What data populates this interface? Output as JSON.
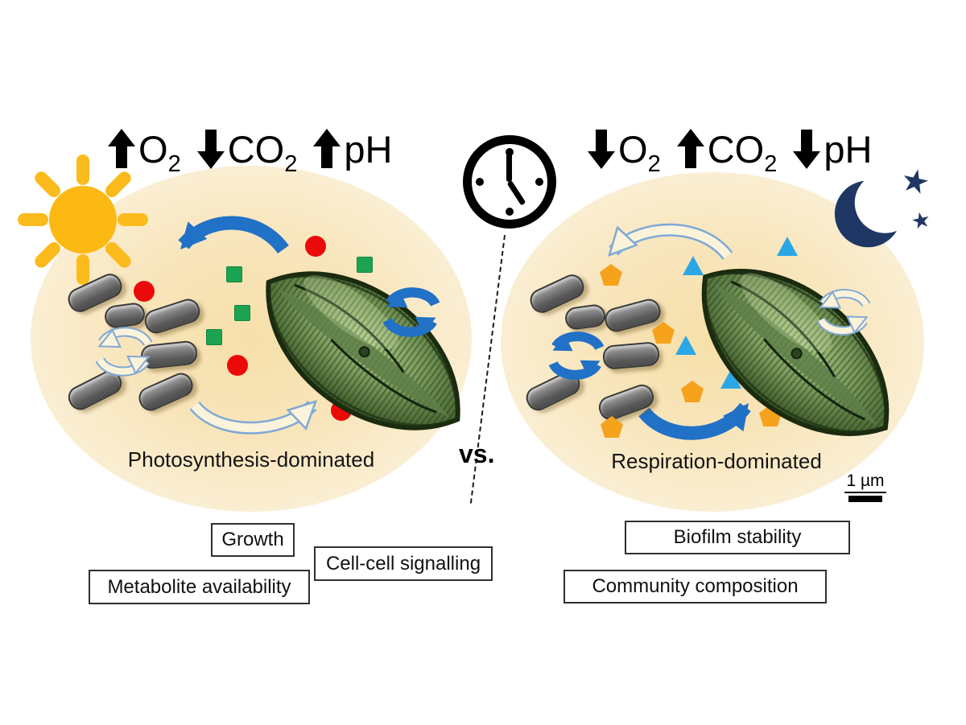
{
  "left_scene": {
    "time_icon": "sun-icon",
    "gas_changes": [
      {
        "direction": "up",
        "formula": "O",
        "subscript": "2"
      },
      {
        "direction": "down",
        "formula": "CO",
        "subscript": "2"
      },
      {
        "direction": "up",
        "formula": "pH",
        "subscript": ""
      }
    ],
    "caption": "Photosynthesis-dominated",
    "outcome_labels": [
      "Growth",
      "Cell-cell signalling",
      "Metabolite availability"
    ],
    "shape_counts": {
      "bacteria_rods": 6,
      "green_squares": 4,
      "red_dots": 4,
      "diatom_cells": 1
    }
  },
  "right_scene": {
    "time_icon": "moon-icon",
    "gas_changes": [
      {
        "direction": "down",
        "formula": "O",
        "subscript": "2"
      },
      {
        "direction": "up",
        "formula": "CO",
        "subscript": "2"
      },
      {
        "direction": "down",
        "formula": "pH",
        "subscript": ""
      }
    ],
    "caption": "Respiration-dominated",
    "outcome_labels": [
      "Biofilm stability",
      "Community composition"
    ],
    "shape_counts": {
      "bacteria_rods": 6,
      "orange_pentagons": 5,
      "blue_triangles": 4,
      "diatom_cells": 1
    }
  },
  "center": {
    "versus_label": "vs.",
    "divider_icon": "clock-icon",
    "divider_line": "dashed-line"
  },
  "scale_bar": {
    "label": "1 µm"
  },
  "colors": {
    "solid_arrow_blue": "#2171C7",
    "faded_arrow_fill": "#FBF3DA",
    "faded_arrow_outline": "#7FA9D6",
    "sun_yellow": "#FDB913",
    "moon_navy": "#1E3765",
    "bacteria_gray": "#6A6A6A",
    "diatom_green": "#5E8148",
    "red_dot": "#EB0A0A",
    "green_square": "#1CA351",
    "orange_pentagon": "#F7A21C",
    "blue_triangle": "#2BA7E5",
    "halo_fill": "#F6DFA9"
  }
}
